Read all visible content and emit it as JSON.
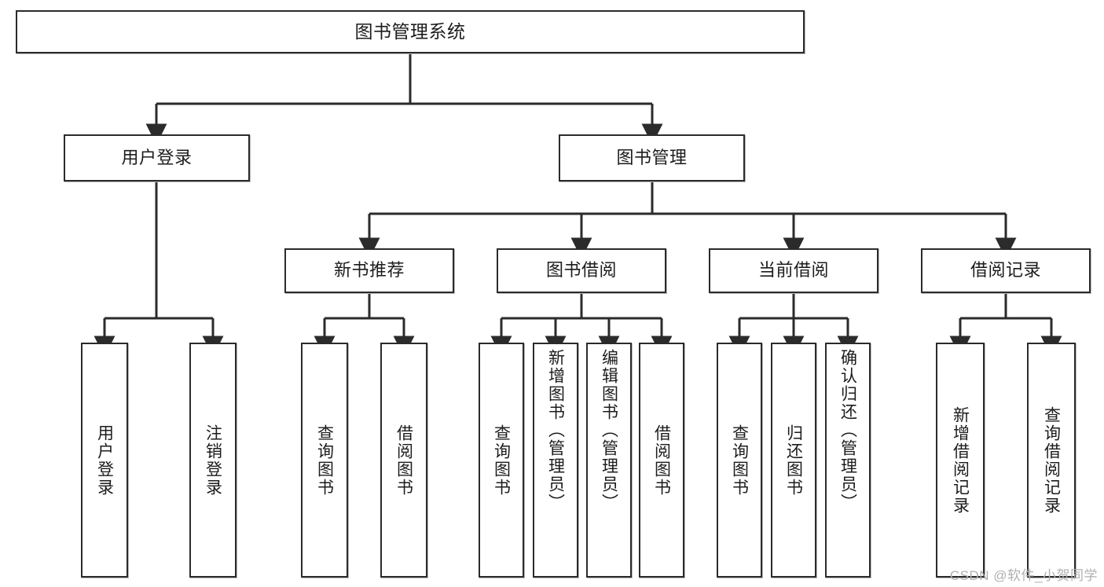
{
  "diagram": {
    "title": "图书管理系统",
    "type": "tree-hierarchy-chart",
    "colors": {
      "box_border": "#2b2b2b",
      "box_fill": "#ffffff",
      "edge": "#2b2b2b",
      "background": "#ffffff",
      "watermark": "#b0b0b0"
    },
    "root": {
      "id": "root",
      "label": "图书管理系统"
    },
    "level2": [
      {
        "id": "user-login",
        "label": "用户登录"
      },
      {
        "id": "book-manage",
        "label": "图书管理"
      }
    ],
    "level3": [
      {
        "id": "new-book-recommend",
        "label": "新书推荐"
      },
      {
        "id": "book-borrow",
        "label": "图书借阅"
      },
      {
        "id": "current-borrow",
        "label": "当前借阅"
      },
      {
        "id": "borrow-record",
        "label": "借阅记录"
      }
    ],
    "leaves": {
      "user_login": [
        {
          "id": "leaf-user-login",
          "label": "用户登录"
        },
        {
          "id": "leaf-logout-login",
          "label": "注销登录"
        }
      ],
      "new_book_recommend": [
        {
          "id": "leaf-query-book-1",
          "label": "查询图书"
        },
        {
          "id": "leaf-borrow-book-1",
          "label": "借阅图书"
        }
      ],
      "book_borrow": [
        {
          "id": "leaf-query-book-2",
          "label": "查询图书"
        },
        {
          "id": "leaf-add-book",
          "label": "新增图书（管理员）"
        },
        {
          "id": "leaf-edit-book",
          "label": "编辑图书（管理员）"
        },
        {
          "id": "leaf-borrow-book-2",
          "label": "借阅图书"
        }
      ],
      "current_borrow": [
        {
          "id": "leaf-query-book-3",
          "label": "查询图书"
        },
        {
          "id": "leaf-return-book",
          "label": "归还图书"
        },
        {
          "id": "leaf-confirm-return",
          "label": "确认归还（管理员）"
        }
      ],
      "borrow_record": [
        {
          "id": "leaf-add-record",
          "label": "新增借阅记录"
        },
        {
          "id": "leaf-query-record",
          "label": "查询借阅记录"
        }
      ]
    }
  },
  "watermark": {
    "text": "CSDN @软件_小贺同学"
  }
}
